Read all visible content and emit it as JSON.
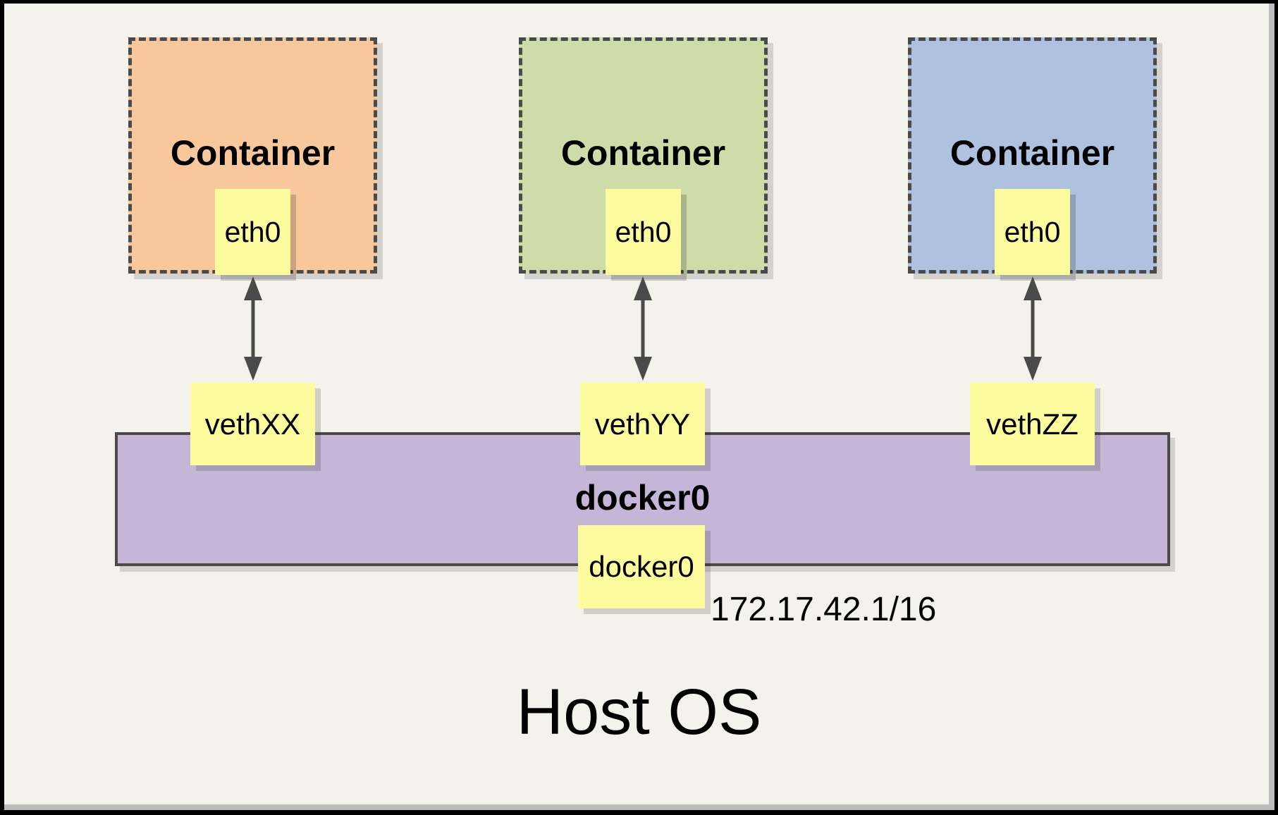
{
  "frame": {
    "background": "#F4F2EC",
    "border_color": "#000000",
    "shadow_color": "#BDBDBD"
  },
  "containers": [
    {
      "label": "Container",
      "interface_label": "eth0",
      "veth_label": "vethXX",
      "fill": "#F8C89C"
    },
    {
      "label": "Container",
      "interface_label": "eth0",
      "veth_label": "vethYY",
      "fill": "#CEDCA9"
    },
    {
      "label": "Container",
      "interface_label": "eth0",
      "veth_label": "vethZZ",
      "fill": "#AEC2E0"
    }
  ],
  "bridge": {
    "label": "docker0",
    "interface_label": "docker0",
    "ip": "172.17.42.1/16",
    "fill": "#C5B5D6"
  },
  "host": {
    "label": "Host OS"
  },
  "colors": {
    "note_yellow": "#FCFC9E",
    "line_gray": "#4A4A4A"
  }
}
